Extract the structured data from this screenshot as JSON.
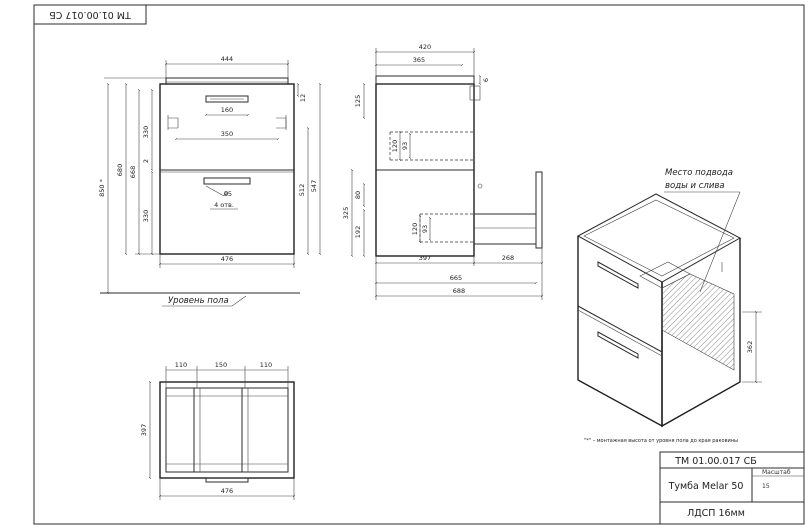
{
  "drawing_code": "ТМ 01.00.017 СБ",
  "drawing_code_mirrored": "ТМ 01.00.017 СБ",
  "product_name": "Тумба Melar 50",
  "material": "ЛДСП 16мм",
  "sheet_label": "Масштаб",
  "sheet_value": "15",
  "floor_label": "Уровень пола",
  "plumbing_note_line1": "Место подвода",
  "plumbing_note_line2": "воды и слива",
  "footnote": "\"*\" – монтажная высота от уровня пола до края раковины",
  "front_view": {
    "top_width": "444",
    "handle_top": "160",
    "inner_width": "350",
    "bottom_width": "476",
    "hole_d": "ø5",
    "hole_count": "4 отв.",
    "h_top_drawer": "330",
    "gap": "2",
    "h_bottom_drawer": "330",
    "h_668": "668",
    "h_680": "680",
    "h_850": "850 *",
    "r_12": "12",
    "r_512": "512",
    "r_547": "547"
  },
  "side_view": {
    "w_420": "420",
    "w_365": "365",
    "d_6": "6",
    "h_125": "125",
    "h_93a": "93",
    "h_120a": "120",
    "h_80": "80",
    "h_325": "325",
    "h_192": "192",
    "h_120b": "120",
    "h_93b": "93",
    "w_397": "397",
    "w_268": "268",
    "w_665": "665",
    "w_688": "688"
  },
  "top_view": {
    "w_110a": "110",
    "w_150": "150",
    "w_110b": "110",
    "d_397": "397",
    "w_476": "476"
  },
  "iso_view": {
    "h_362": "362"
  }
}
